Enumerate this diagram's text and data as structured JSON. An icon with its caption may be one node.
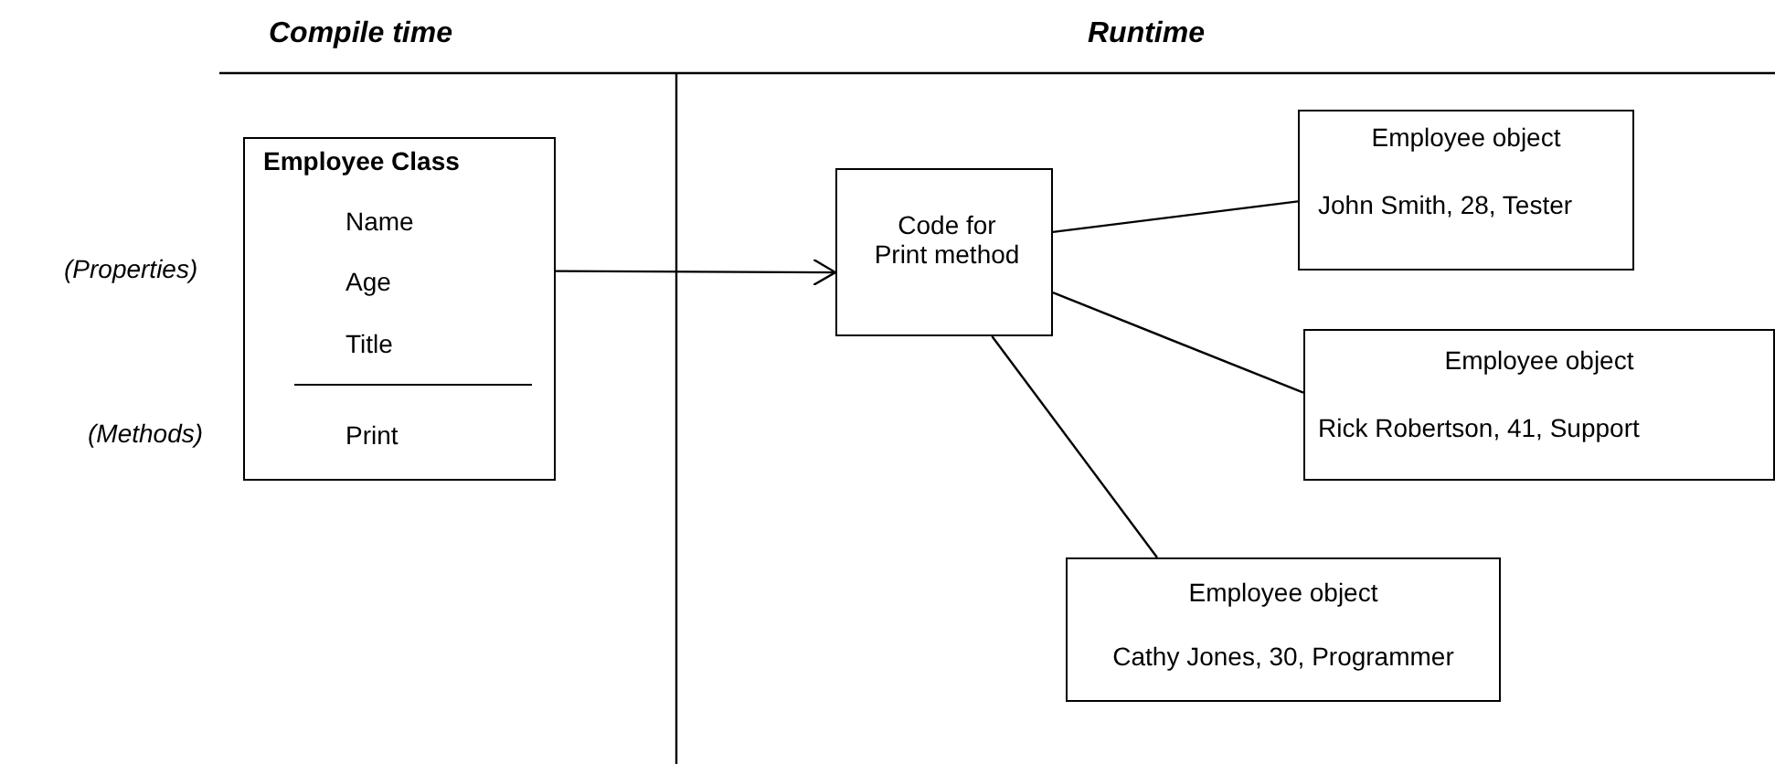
{
  "diagram": {
    "nodes": [
      {
        "text": [
          "Employee Class",
          "Name",
          "Age",
          "Title",
          "Print"
        ]
      },
      {
        "text": [
          "Code for Print method"
        ]
      },
      {
        "text": [
          "Employee object",
          "John Smith, 28, Tester"
        ]
      },
      {
        "text": [
          "Employee object",
          "Rick Robertson, 41, Support"
        ]
      },
      {
        "text": [
          "Employee object",
          "Cathy Jones, 30, Programmer"
        ]
      }
    ],
    "edges": [
      {
        "from": 0,
        "to": 1,
        "arrow": "to"
      },
      {
        "from": 1,
        "to": 2,
        "arrow": "none"
      },
      {
        "from": 1,
        "to": 3,
        "arrow": "none"
      },
      {
        "from": 1,
        "to": 4,
        "arrow": "none"
      }
    ],
    "labels": [
      "Compile time",
      "Runtime",
      "(Properties)",
      "(Methods)"
    ]
  }
}
